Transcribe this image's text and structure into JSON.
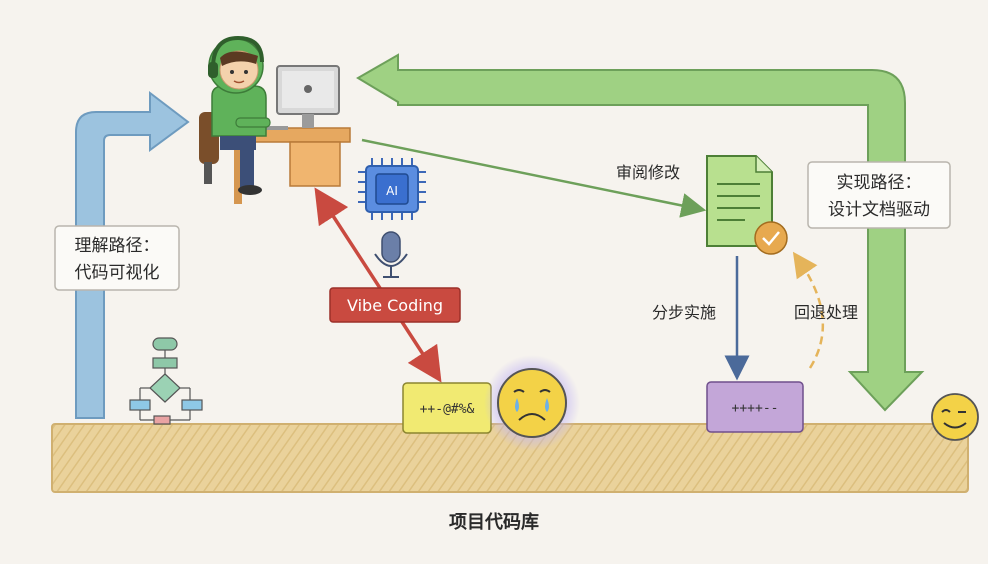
{
  "labels": {
    "understand_path_line1": "理解路径：",
    "understand_path_line2": "代码可视化",
    "implement_path_line1": "实现路径：",
    "implement_path_line2": "设计文档驱动",
    "review_modify": "审阅修改",
    "stepwise_implement": "分步实施",
    "rollback": "回退处理",
    "vibe_coding": "Vibe Coding",
    "ai_chip": "AI",
    "messy_code": "++-@#%&",
    "clean_code": "++++--",
    "codebase": "项目代码库"
  },
  "colors": {
    "blue_arrow": "#9cc3df",
    "green_arrow": "#9fd183",
    "vibe_red": "#c94a40",
    "codebase": "#e6c88a",
    "messy_box": "#f1ea72",
    "clean_box": "#c3a6d8",
    "doc_green": "#b8e08f"
  }
}
